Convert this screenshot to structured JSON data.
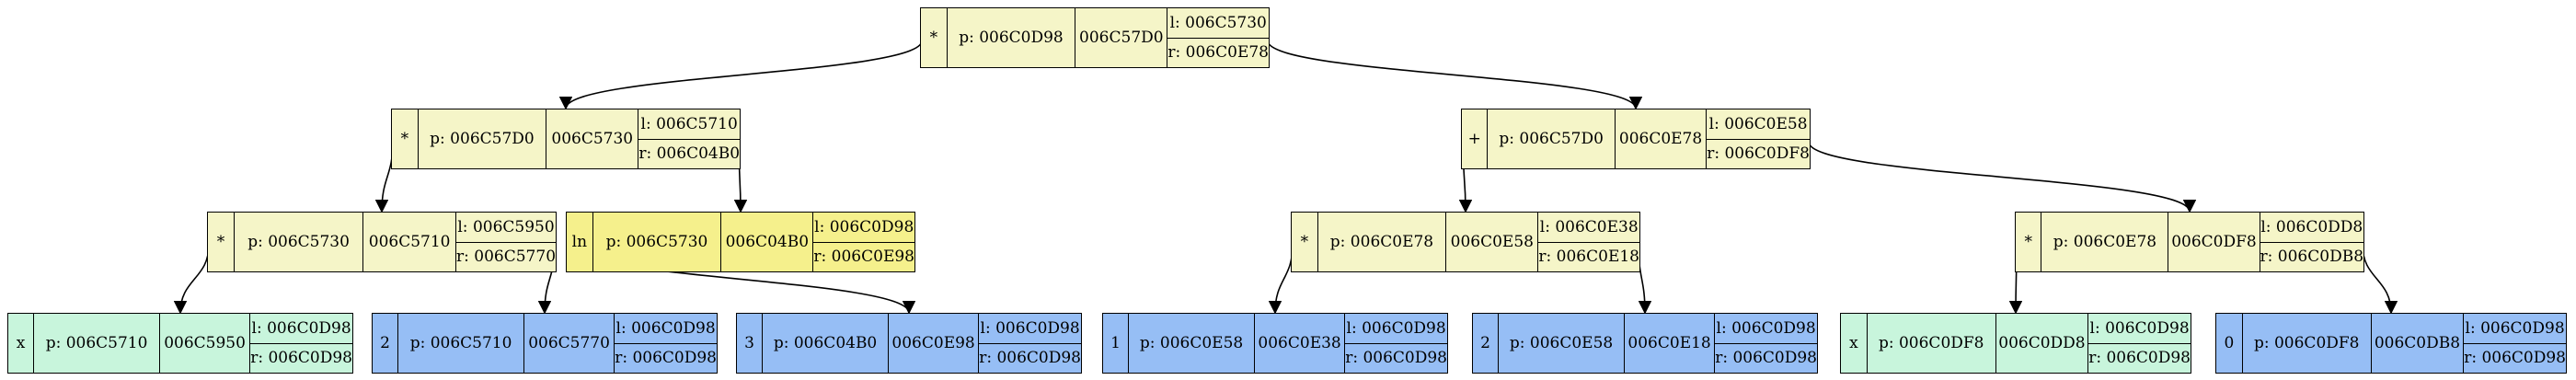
{
  "colors": {
    "op": "#f5f5c8",
    "func": "#f5f08c",
    "var": "#c8f5dc",
    "num": "#96bef5",
    "edge": "#000000"
  },
  "nodes": {
    "root": {
      "val": "*",
      "parent": "p: 006C0D98",
      "addr": "006C57D0",
      "left": "l: 006C5730",
      "right": "r: 006C0E78",
      "kind": "op"
    },
    "mul1": {
      "val": "*",
      "parent": "p: 006C57D0",
      "addr": "006C5730",
      "left": "l: 006C5710",
      "right": "r: 006C04B0",
      "kind": "op"
    },
    "plus": {
      "val": "+",
      "parent": "p: 006C57D0",
      "addr": "006C0E78",
      "left": "l: 006C0E58",
      "right": "r: 006C0DF8",
      "kind": "op"
    },
    "mul2": {
      "val": "*",
      "parent": "p: 006C5730",
      "addr": "006C5710",
      "left": "l: 006C5950",
      "right": "r: 006C5770",
      "kind": "op"
    },
    "ln": {
      "val": "ln",
      "parent": "p: 006C5730",
      "addr": "006C04B0",
      "left": "l: 006C0D98",
      "right": "r: 006C0E98",
      "kind": "func"
    },
    "mul3": {
      "val": "*",
      "parent": "p: 006C0E78",
      "addr": "006C0E58",
      "left": "l: 006C0E38",
      "right": "r: 006C0E18",
      "kind": "op"
    },
    "mul4": {
      "val": "*",
      "parent": "p: 006C0E78",
      "addr": "006C0DF8",
      "left": "l: 006C0DD8",
      "right": "r: 006C0DB8",
      "kind": "op"
    },
    "x1": {
      "val": "x",
      "parent": "p: 006C5710",
      "addr": "006C5950",
      "left": "l: 006C0D98",
      "right": "r: 006C0D98",
      "kind": "var"
    },
    "n2a": {
      "val": "2",
      "parent": "p: 006C5710",
      "addr": "006C5770",
      "left": "l: 006C0D98",
      "right": "r: 006C0D98",
      "kind": "num"
    },
    "n3": {
      "val": "3",
      "parent": "p: 006C04B0",
      "addr": "006C0E98",
      "left": "l: 006C0D98",
      "right": "r: 006C0D98",
      "kind": "num"
    },
    "n1": {
      "val": "1",
      "parent": "p: 006C0E58",
      "addr": "006C0E38",
      "left": "l: 006C0D98",
      "right": "r: 006C0D98",
      "kind": "num"
    },
    "n2b": {
      "val": "2",
      "parent": "p: 006C0E58",
      "addr": "006C0E18",
      "left": "l: 006C0D98",
      "right": "r: 006C0D98",
      "kind": "num"
    },
    "x2": {
      "val": "x",
      "parent": "p: 006C0DF8",
      "addr": "006C0DD8",
      "left": "l: 006C0D98",
      "right": "r: 006C0D98",
      "kind": "var"
    },
    "n0": {
      "val": "0",
      "parent": "p: 006C0DF8",
      "addr": "006C0DB8",
      "left": "l: 006C0D98",
      "right": "r: 006C0D98",
      "kind": "num"
    }
  },
  "edges": [
    [
      "root",
      "mul1"
    ],
    [
      "root",
      "plus"
    ],
    [
      "mul1",
      "mul2"
    ],
    [
      "mul1",
      "ln"
    ],
    [
      "plus",
      "mul3"
    ],
    [
      "plus",
      "mul4"
    ],
    [
      "mul2",
      "x1"
    ],
    [
      "mul2",
      "n2a"
    ],
    [
      "ln",
      "n3"
    ],
    [
      "mul3",
      "n1"
    ],
    [
      "mul3",
      "n2b"
    ],
    [
      "mul4",
      "x2"
    ],
    [
      "mul4",
      "n0"
    ]
  ]
}
